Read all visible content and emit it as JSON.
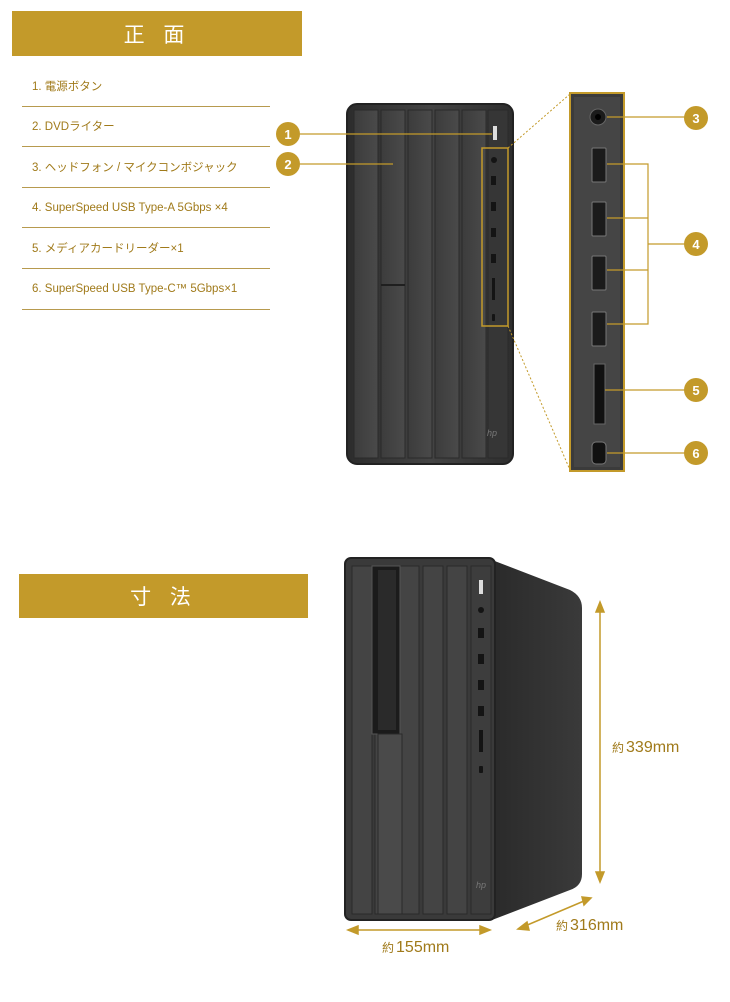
{
  "sections": {
    "front_title": "正 面",
    "dimensions_title": "寸 法"
  },
  "features": [
    "1. 電源ボタン",
    "2. DVDライター",
    "3. ヘッドフォン / マイクコンボジャック",
    "4. SuperSpeed USB Type-A 5Gbps ×4",
    "5. メディアカードリーダー×1",
    "6. SuperSpeed USB Type-C™ 5Gbps×1"
  ],
  "callouts": [
    "1",
    "2",
    "3",
    "4",
    "5",
    "6"
  ],
  "dimensions": {
    "height_prefix": "約",
    "height_value": "339mm",
    "depth_prefix": "約",
    "depth_value": "316mm",
    "width_prefix": "約",
    "width_value": "155mm"
  },
  "colors": {
    "accent": "#c39a2a",
    "case": "#3a3a3a",
    "case_dark": "#2a2a2a",
    "port": "#1b1b1b"
  },
  "icons": [
    "hp-logo-icon"
  ]
}
